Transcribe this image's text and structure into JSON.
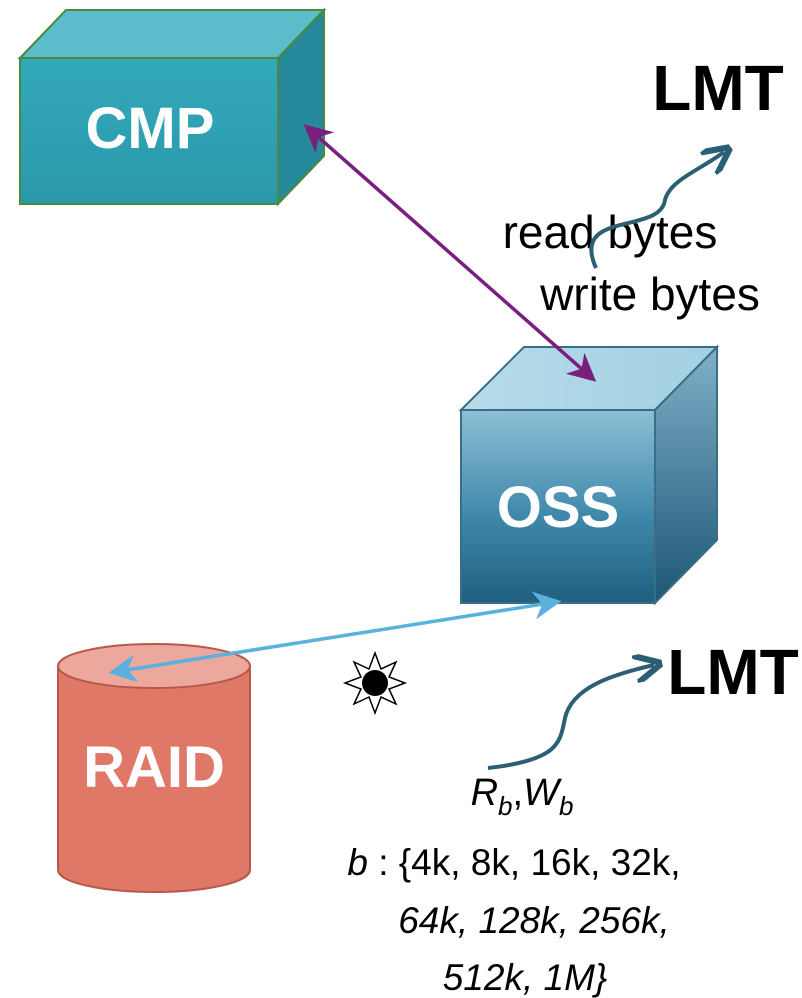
{
  "nodes": {
    "cmp": {
      "label": "CMP"
    },
    "oss": {
      "label": "OSS"
    },
    "raid": {
      "label": "RAID"
    },
    "lmt_top": {
      "label": "LMT"
    },
    "lmt_bottom": {
      "label": "LMT"
    }
  },
  "annotations": {
    "read_bytes": "read bytes",
    "write_bytes": "write bytes",
    "rb_r": "R",
    "rb_sub": "b",
    "rb_comma": ",",
    "wb_w": "W",
    "wb_sub": "b",
    "b_var": "b",
    "b_set_line1": " : {4k, 8k, 16k, 32k,",
    "b_set_line2": "64k, 128k, 256k,",
    "b_set_line3": "512k, 1M}"
  },
  "colors": {
    "cmp": "#2fa3b6",
    "oss": "#3f8fb2",
    "raid": "#e07868",
    "cmp_oss_arrow": "#7b1f7e",
    "raid_oss_arrow": "#5bb1dd",
    "lmt_arrows": "#2b5f75"
  }
}
